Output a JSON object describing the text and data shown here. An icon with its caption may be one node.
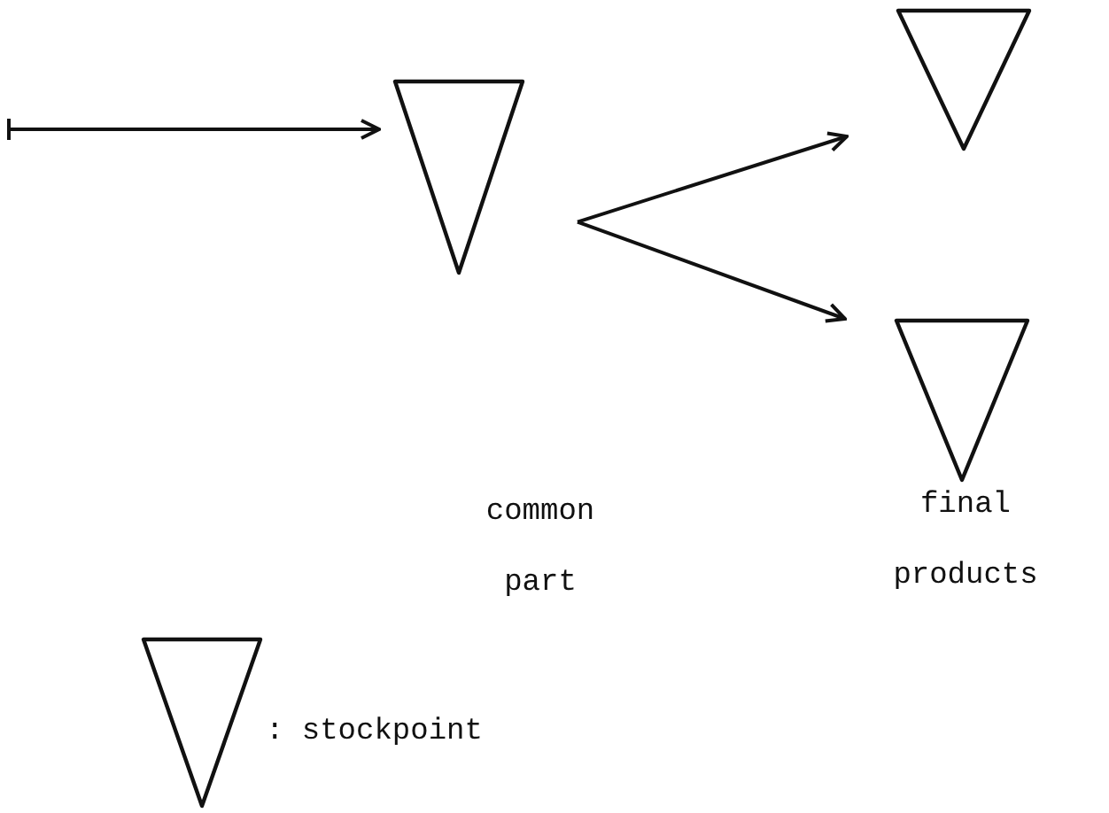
{
  "diagram": {
    "nodes": [
      {
        "text": [],
        "shape": "triangle"
      },
      {
        "text": [],
        "shape": "triangle"
      },
      {
        "text": [],
        "shape": "triangle"
      },
      {
        "text": [],
        "shape": "triangle",
        "beside": [
          ": stockpoint"
        ]
      }
    ],
    "edges": [
      {
        "from": null,
        "to": 0,
        "arrow": "to"
      },
      {
        "from": 0,
        "to": 1,
        "arrow": "to"
      },
      {
        "from": 0,
        "to": 2,
        "arrow": "to"
      }
    ],
    "labels": [
      "common part",
      "final products"
    ]
  }
}
